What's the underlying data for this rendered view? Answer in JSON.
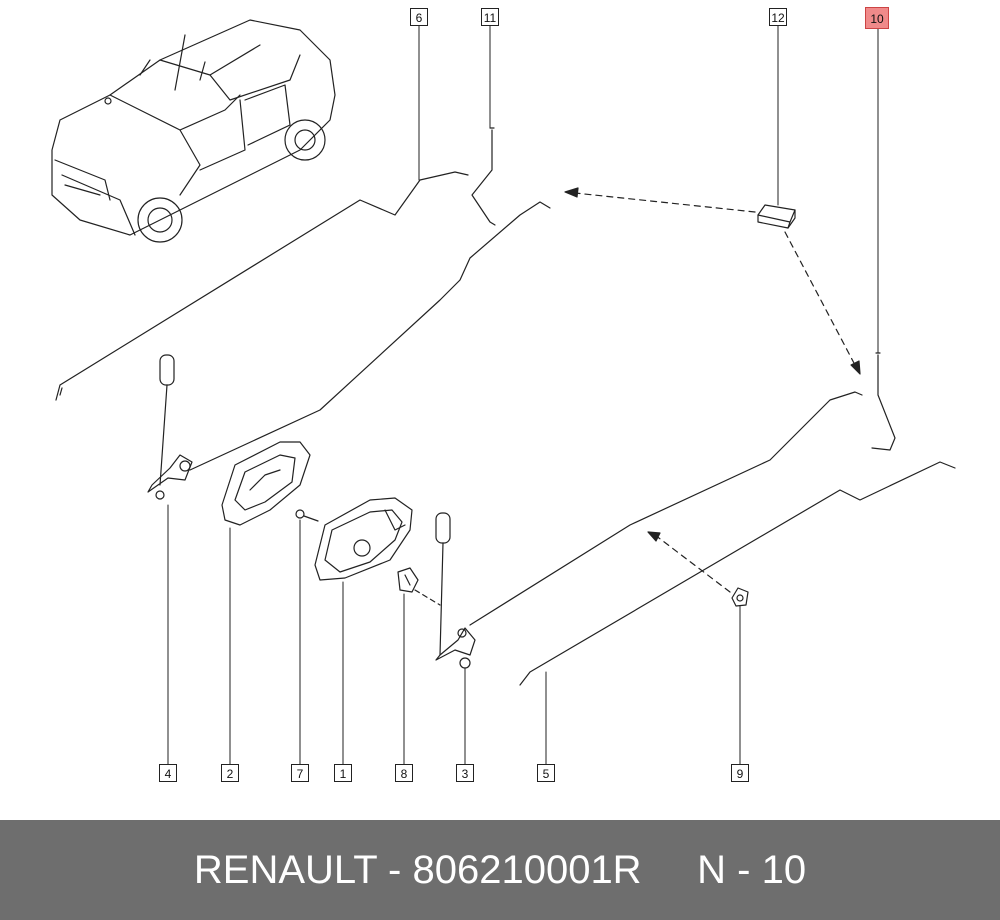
{
  "callouts": {
    "c1": "1",
    "c2": "2",
    "c3": "3",
    "c4": "4",
    "c5": "5",
    "c6": "6",
    "c7": "7",
    "c8": "8",
    "c9": "9",
    "c10": "10",
    "c11": "11",
    "c12": "12"
  },
  "highlighted_callout": "10",
  "footer": {
    "brand": "RENAULT",
    "separator": " - ",
    "part_number": "806210001R",
    "gap": "     ",
    "ref_prefix": "N",
    "ref_separator": " - ",
    "ref_number": "10"
  },
  "colors": {
    "line": "#222222",
    "highlight": "#f08a8a",
    "footer_bg": "#6e6e6e",
    "footer_text": "#ffffff"
  }
}
